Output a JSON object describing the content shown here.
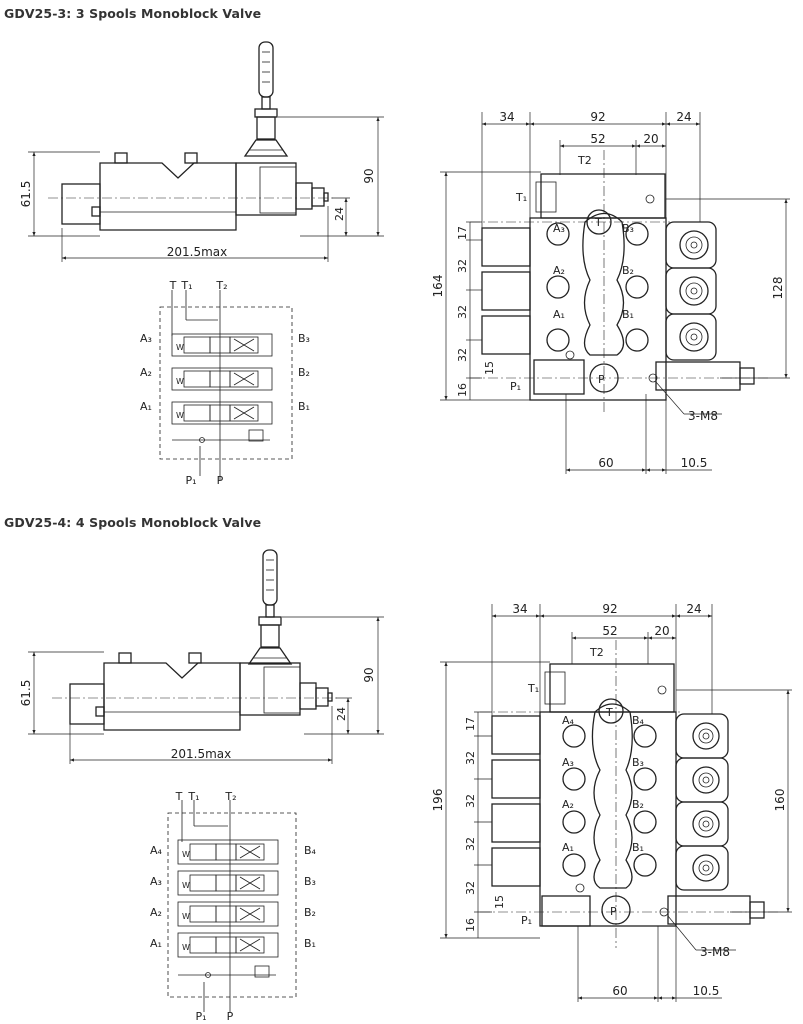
{
  "headings": {
    "valve3": "GDV25-3: 3 Spools Monoblock Valve",
    "valve4": "GDV25-4: 4 Spools Monoblock Valve"
  },
  "valve3": {
    "side": {
      "height_body": "61.5",
      "height_total": "90",
      "offset": "24",
      "length": "201.5max"
    },
    "front": {
      "left": "34",
      "width": "92",
      "right": "24",
      "inner": "52",
      "inner_right": "20",
      "total_height": "164",
      "right_height": "128",
      "pitch_1": "17",
      "pitch_2": "32",
      "pitch_3": "32",
      "pitch_4": "32",
      "pitch_5": "15",
      "pitch_6": "16",
      "bottom": "60",
      "bottom_right": "10.5",
      "thread": "3-M8"
    },
    "ports": {
      "T": "T",
      "T1": "T₁",
      "T2": "T2",
      "P": "P",
      "P1": "P₁",
      "A": [
        "A₃",
        "A₂",
        "A₁"
      ],
      "B": [
        "B₃",
        "B₂",
        "B₁"
      ]
    },
    "schematic": {
      "T": "T",
      "T1": "T₁",
      "T2": "T₂",
      "P1": "P₁",
      "P": "P",
      "A": [
        "A₃",
        "A₂",
        "A₁"
      ],
      "B": [
        "B₃",
        "B₂",
        "B₁"
      ]
    }
  },
  "valve4": {
    "side": {
      "height_body": "61.5",
      "height_total": "90",
      "offset": "24",
      "length": "201.5max"
    },
    "front": {
      "left": "34",
      "width": "92",
      "right": "24",
      "inner": "52",
      "inner_right": "20",
      "total_height": "196",
      "right_height": "160",
      "pitch_1": "17",
      "pitch_2": "32",
      "pitch_3": "32",
      "pitch_4": "32",
      "pitch_5": "32",
      "pitch_6": "15",
      "pitch_7": "16",
      "bottom": "60",
      "bottom_right": "10.5",
      "thread": "3-M8"
    },
    "ports": {
      "T": "T",
      "T1": "T₁",
      "T2": "T2",
      "P": "P",
      "P1": "P₁",
      "A": [
        "A₄",
        "A₃",
        "A₂",
        "A₁"
      ],
      "B": [
        "B₄",
        "B₃",
        "B₂",
        "B₁"
      ]
    },
    "schematic": {
      "T": "T",
      "T1": "T₁",
      "T2": "T₂",
      "P1": "P₁",
      "P": "P",
      "A": [
        "A₄",
        "A₃",
        "A₂",
        "A₁"
      ],
      "B": [
        "B₄",
        "B₃",
        "B₂",
        "B₁"
      ]
    }
  }
}
